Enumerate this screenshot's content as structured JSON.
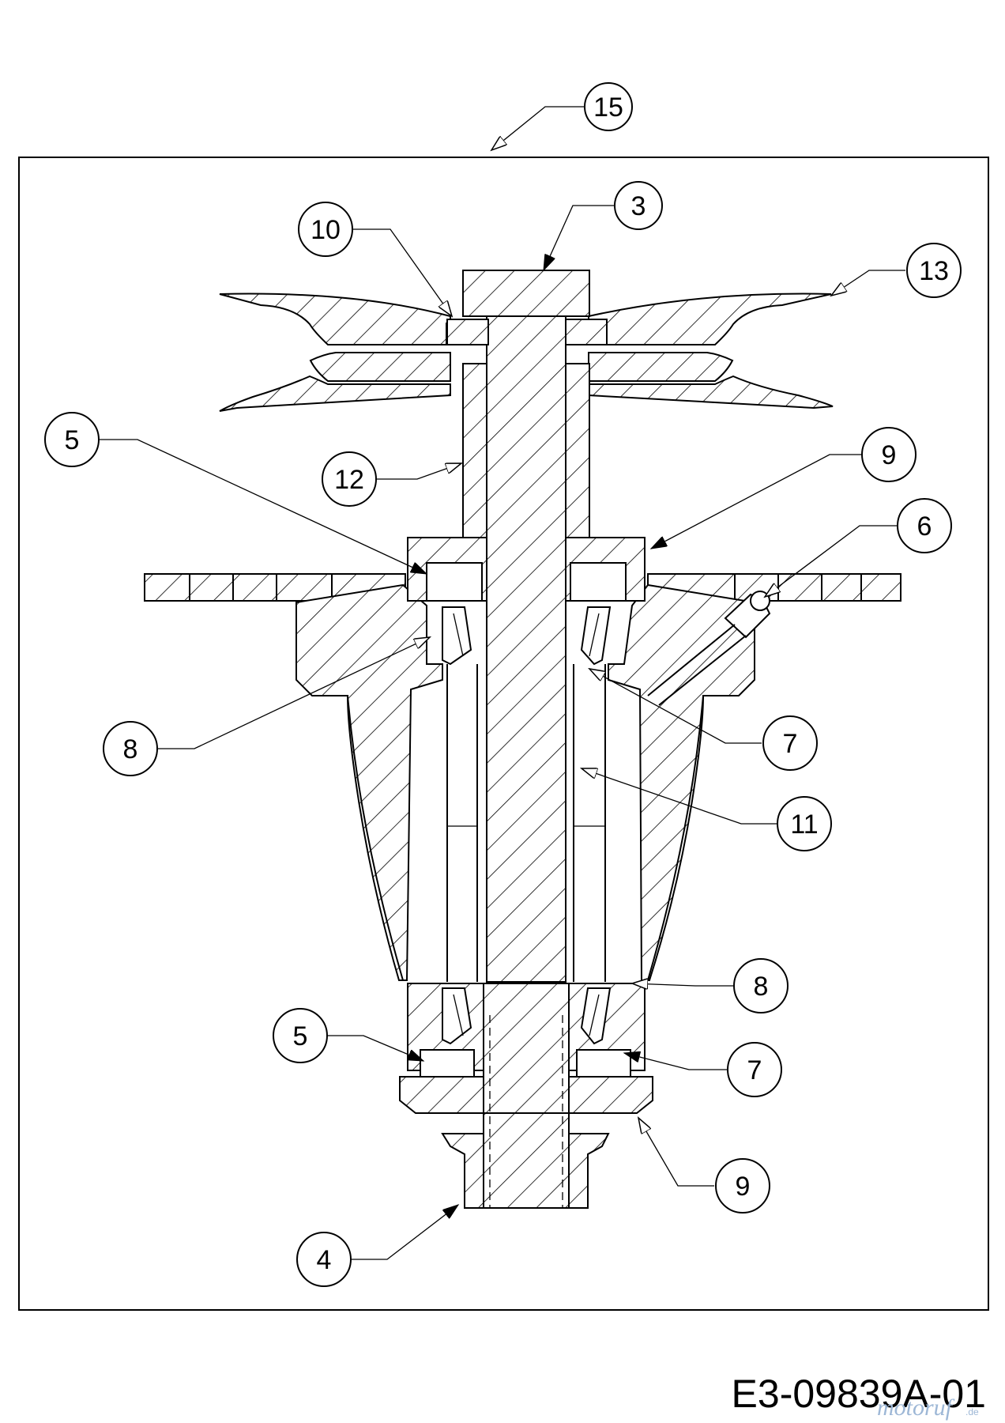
{
  "diagram": {
    "drawing_code": "E3-09839A-01",
    "watermark": "motoruf",
    "watermark_suffix": ".de",
    "callouts": [
      {
        "label": "15"
      },
      {
        "label": "3"
      },
      {
        "label": "10"
      },
      {
        "label": "13"
      },
      {
        "label": "5"
      },
      {
        "label": "12"
      },
      {
        "label": "9"
      },
      {
        "label": "6"
      },
      {
        "label": "8"
      },
      {
        "label": "7"
      },
      {
        "label": "11"
      },
      {
        "label": "8"
      },
      {
        "label": "5"
      },
      {
        "label": "7"
      },
      {
        "label": "9"
      },
      {
        "label": "4"
      }
    ]
  }
}
